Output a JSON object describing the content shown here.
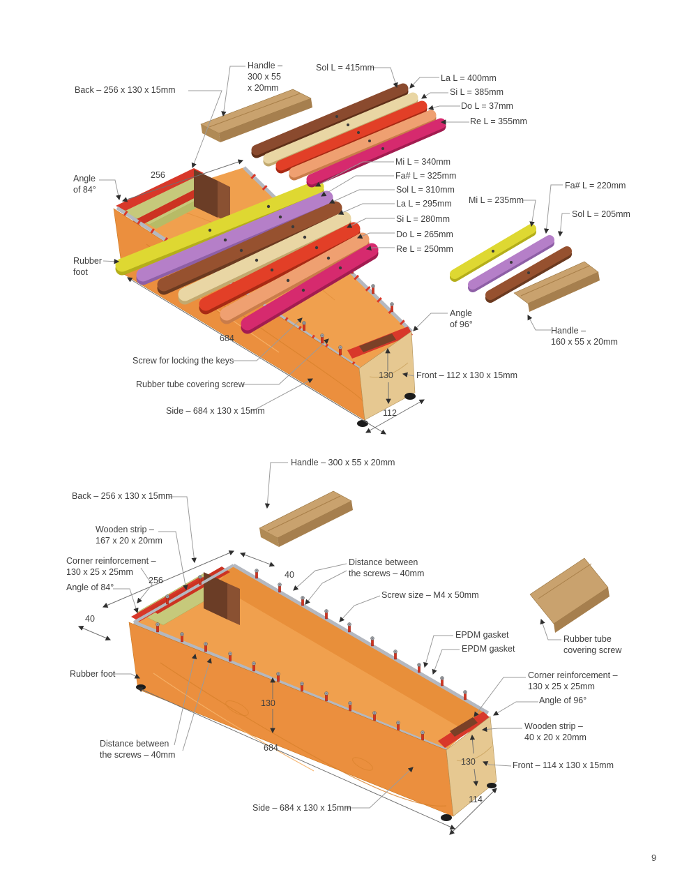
{
  "page_number": "9",
  "key_colors": {
    "yellow": "#ded832",
    "purple": "#b57fc8",
    "brown": "#8a4a2e",
    "cream": "#e9d6a4",
    "red": "#e23f27",
    "salmon": "#efa071",
    "magenta": "#d62a6e",
    "frame_orange": "#eb8f3e",
    "plywood_tan": "#e6c891",
    "strip_red": "#d8382a",
    "panel_green": "#c6c97b"
  },
  "top": {
    "labels": {
      "handle": "Handle –\n300 x 55\nx 20mm",
      "sol415": "Sol L = 415mm",
      "back": "Back – 256 x 130 x 15mm",
      "la400": "La L = 400mm",
      "si385": "Si L = 385mm",
      "do370": "Do L = 37mm",
      "re355": "Re L = 355mm",
      "mi340": "Mi L = 340mm",
      "fa325": "Fa# L = 325mm",
      "sol310": "Sol L = 310mm",
      "la295": "La L = 295mm",
      "si280": "Si L = 280mm",
      "do265": "Do L = 265mm",
      "re250": "Re L = 250mm",
      "angle84": "Angle\nof 84°",
      "dim256": "256",
      "rubber_foot": "Rubber\nfoot",
      "dim684": "684",
      "screw_lock": "Screw for locking the keys",
      "rubber_tube": "Rubber tube covering screw",
      "side": "Side – 684 x 130 x 15mm",
      "front": "Front – 112 x 130 x 15mm",
      "dim130": "130",
      "dim112": "112",
      "angle96": "Angle\nof 96°",
      "mi235": "Mi L = 235mm",
      "fa220": "Fa# L = 220mm",
      "sol205": "Sol L = 205mm",
      "handle_small": "Handle –\n160 x 55 x 20mm"
    }
  },
  "bottom": {
    "labels": {
      "handle": "Handle – 300 x 55 x 20mm",
      "back": "Back – 256 x 130 x 15mm",
      "wooden_strip_back": "Wooden strip –\n167 x 20 x 20mm",
      "corner_back": "Corner reinforcement –\n130 x 25 x 25mm",
      "angle84": "Angle of 84°",
      "dim256": "256",
      "dim40_left": "40",
      "dim40_top": "40",
      "screw_distance_top": "Distance between\nthe screws – 40mm",
      "screw_size": "Screw size – M4 x 50mm",
      "epdm1": "EPDM gasket",
      "epdm2": "EPDM gasket",
      "rubber_tube": "Rubber tube\ncovering screw",
      "corner_front": "Corner reinforcement –\n130 x 25 x 25mm",
      "angle96": "Angle of 96°",
      "wooden_strip_front": "Wooden strip –\n40 x 20 x 20mm",
      "front": "Front – 114 x 130 x 15mm",
      "dim130_right": "130",
      "dim114": "114",
      "rubber_foot": "Rubber foot",
      "dim130_side": "130",
      "screw_distance_side": "Distance between\nthe screws – 40mm",
      "dim684": "684",
      "side": "Side – 684 x 130 x 15mm"
    }
  }
}
